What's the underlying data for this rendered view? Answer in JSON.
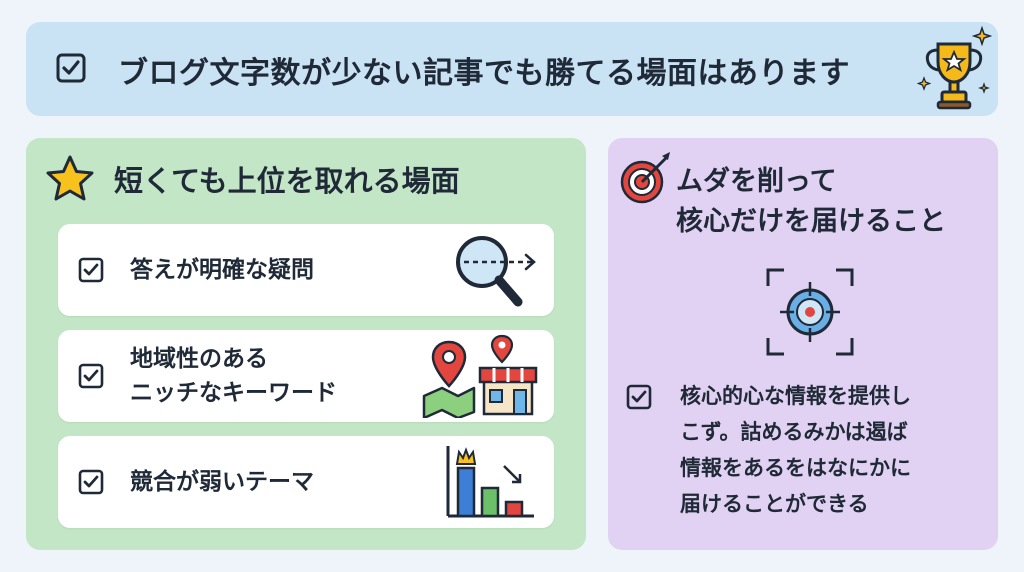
{
  "header": {
    "title": "ブログ文字数が少ない記事でも勝てる場面はあります",
    "checkbox_icon": "checkbox-check-icon",
    "trophy_icon": "trophy-sparkle-icon"
  },
  "left_panel": {
    "title": "短くても上位を取れる場面",
    "star_icon": "star-icon",
    "items": [
      {
        "lines": [
          "答えが明確な疑問"
        ],
        "icon": "magnifier-arrow-icon"
      },
      {
        "lines": [
          "地域性のある",
          "ニッチなキーワード"
        ],
        "icon": "map-pin-shop-icon"
      },
      {
        "lines": [
          "競合が弱いテーマ"
        ],
        "icon": "bar-chart-crown-icon"
      }
    ]
  },
  "right_panel": {
    "title_lines": [
      "ムダを削って",
      "核心だけを届けること"
    ],
    "target_icon": "dart-target-icon",
    "focus_icon": "focus-target-icon",
    "desc_lines": [
      "核心的心な情報を提供し",
      "こず。詁めるみかは遏ば",
      "情報をあるをはなにかに",
      "届けることができる"
    ]
  },
  "colors": {
    "background": "#eef4fa",
    "header": "#c9e3f5",
    "left_panel": "#c3e6c6",
    "right_panel": "#e1d2f3",
    "card": "#ffffff"
  }
}
